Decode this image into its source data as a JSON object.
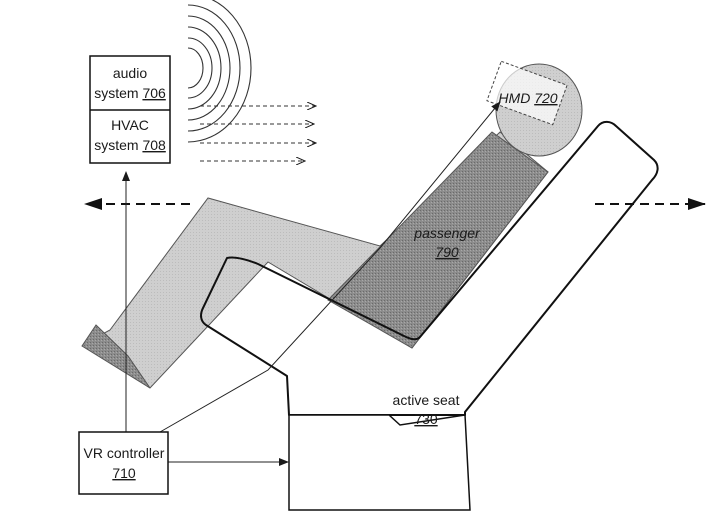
{
  "figure": {
    "components": {
      "audio": {
        "name_line1": "audio",
        "name_line2": "system",
        "ref": "706"
      },
      "hvac": {
        "name_line1": "HVAC",
        "name_line2": "system",
        "ref": "708"
      },
      "hmd": {
        "name": "HMD",
        "ref": "720"
      },
      "passenger": {
        "name": "passenger",
        "ref": "790"
      },
      "seat": {
        "name": "active seat",
        "ref": "730"
      },
      "controller": {
        "name": "VR controller",
        "ref": "710"
      }
    }
  }
}
